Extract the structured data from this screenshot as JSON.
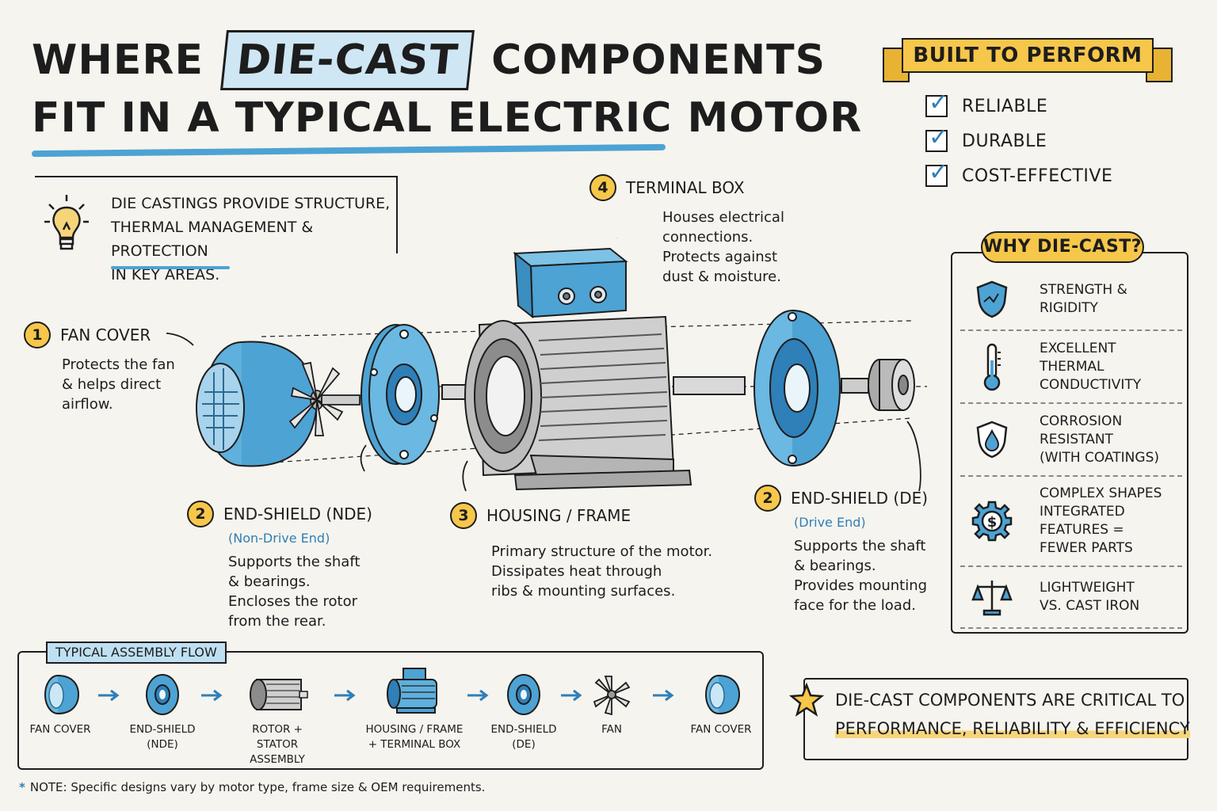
{
  "title": {
    "line1_pre": "Where",
    "line1_highlight": "Die-Cast",
    "line1_post": "Components",
    "line2": "Fit in a Typical Electric Motor"
  },
  "perform": {
    "banner": "Built to Perform",
    "items": [
      "Reliable",
      "Durable",
      "Cost-Effective"
    ]
  },
  "intro": {
    "line1": "Die castings provide structure,",
    "line2": "thermal management & protection",
    "line3": "in key areas."
  },
  "callouts": {
    "fan_cover": {
      "num": "1",
      "title": "Fan Cover",
      "desc1": "Protects the fan",
      "desc2": "& helps direct",
      "desc3": "airflow."
    },
    "end_shield_nde": {
      "num": "2",
      "title": "End-Shield (NDE)",
      "sub": "(Non-Drive End)",
      "desc1": "Supports the shaft",
      "desc2": "& bearings.",
      "desc3": "Encloses the rotor",
      "desc4": "from the rear."
    },
    "housing": {
      "num": "3",
      "title": "Housing / Frame",
      "desc1": "Primary structure of the motor.",
      "desc2": "Dissipates heat through",
      "desc3": "ribs & mounting surfaces."
    },
    "terminal_box": {
      "num": "4",
      "title": "Terminal Box",
      "desc1": "Houses electrical",
      "desc2": "connections.",
      "desc3": "Protects against",
      "desc4": "dust & moisture."
    },
    "end_shield_de": {
      "num": "2",
      "title": "End-Shield (DE)",
      "sub": "(Drive End)",
      "desc1": "Supports the shaft",
      "desc2": "& bearings.",
      "desc3": "Provides mounting",
      "desc4": "face for the load."
    }
  },
  "why": {
    "title": "Why Die-Cast?",
    "items": [
      {
        "icon": "shield-icon",
        "l1": "Strength &",
        "l2": "Rigidity",
        "l3": "",
        "l4": ""
      },
      {
        "icon": "thermometer-icon",
        "l1": "Excellent",
        "l2": "Thermal",
        "l3": "Conductivity",
        "l4": ""
      },
      {
        "icon": "droplet-shield-icon",
        "l1": "Corrosion",
        "l2": "Resistant",
        "l3": "(with coatings)",
        "l4": ""
      },
      {
        "icon": "gear-dollar-icon",
        "l1": "Complex shapes",
        "l2": "Integrated",
        "l3": "features =",
        "l4": "fewer parts"
      },
      {
        "icon": "scale-icon",
        "l1": "Lightweight",
        "l2": "vs. cast iron",
        "l3": "",
        "l4": ""
      }
    ]
  },
  "flow": {
    "title": "Typical Assembly Flow",
    "steps": [
      {
        "l1": "Fan Cover",
        "l2": ""
      },
      {
        "l1": "End-Shield",
        "l2": "(NDE)"
      },
      {
        "l1": "Rotor + Stator",
        "l2": "Assembly"
      },
      {
        "l1": "Housing / Frame",
        "l2": "+ Terminal Box"
      },
      {
        "l1": "End-Shield",
        "l2": "(DE)"
      },
      {
        "l1": "Fan",
        "l2": ""
      },
      {
        "l1": "Fan Cover",
        "l2": ""
      }
    ]
  },
  "critical": {
    "line1": "Die-cast components are critical to",
    "line2": "Performance, Reliability & Efficiency"
  },
  "note": {
    "mark": "*",
    "text": "NOTE: Specific designs vary by motor type, frame size & OEM requirements."
  },
  "colors": {
    "accent_blue": "#4da3d4",
    "highlight_yellow": "#f6c74a",
    "ink": "#1d1d1d",
    "paper": "#f6f4ee"
  }
}
